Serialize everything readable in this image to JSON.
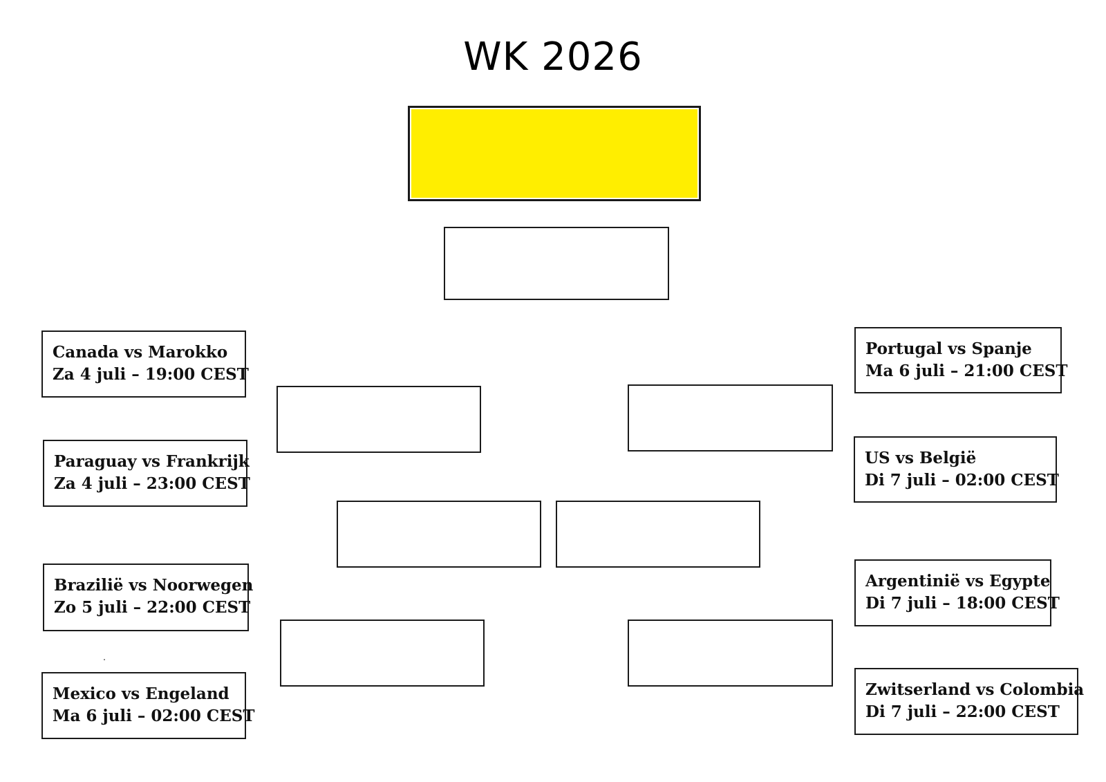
{
  "title": "WK 2026",
  "colors": {
    "champion_fill": "#ffee00",
    "border": "#1a1a1a"
  },
  "bracket": {
    "left_matches": [
      {
        "teams": "Canada vs Marokko",
        "datetime": "Za 4 juli – 19:00 CEST"
      },
      {
        "teams": "Paraguay vs Frankrijk",
        "datetime": "Za 4 juli – 23:00 CEST"
      },
      {
        "teams": "Brazilië vs Noorwegen",
        "datetime": "Zo 5 juli – 22:00 CEST"
      },
      {
        "teams": "Mexico vs Engeland",
        "datetime": "Ma 6 juli – 02:00 CEST"
      }
    ],
    "right_matches": [
      {
        "teams": "Portugal vs Spanje",
        "datetime": "Ma 6 juli – 21:00 CEST"
      },
      {
        "teams": "US vs België",
        "datetime": "Di 7 juli – 02:00 CEST"
      },
      {
        "teams": "Argentinië vs Egypte",
        "datetime": "Di 7 juli – 18:00 CEST"
      },
      {
        "teams": "Zwitserland vs Colombia",
        "datetime": "Di 7 juli – 22:00 CEST"
      }
    ]
  }
}
